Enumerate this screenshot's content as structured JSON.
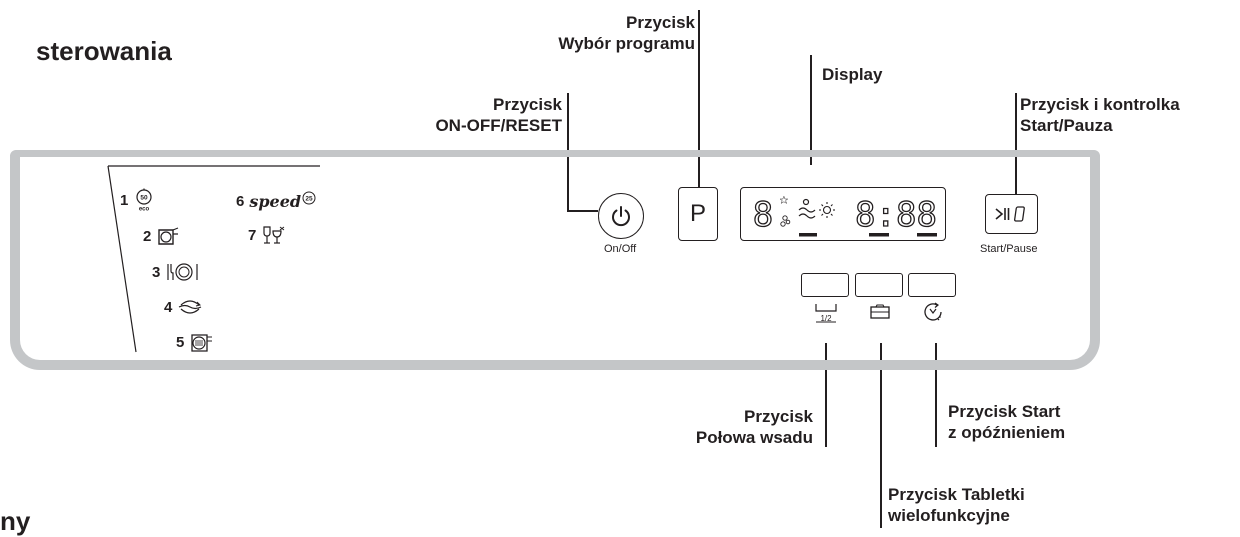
{
  "title_fragment_top": "sterowania",
  "title_fragment_bottom": "ny",
  "callouts": {
    "program_select": [
      "Przycisk",
      "Wybór programu"
    ],
    "display": [
      "Display"
    ],
    "on_off": [
      "Przycisk",
      "ON-OFF/RESET"
    ],
    "start_pause": [
      "Przycisk i kontrolka",
      "Start/Pauza"
    ],
    "half_load": [
      "Przycisk",
      "Połowa wsadu"
    ],
    "delay_start": [
      "Przycisk Start",
      "z opóźnieniem"
    ],
    "multi_tablet": [
      "Przycisk Tabletki",
      "wielofunkcyjne"
    ]
  },
  "panel": {
    "on_off_label": "On/Off",
    "start_pause_label": "Start/Pause",
    "p_button": "P",
    "display_digit": "8",
    "display_time": "8:88",
    "half_load_icon_text": "1/2",
    "eco_icon_top": "50",
    "eco_icon_bottom": "eco",
    "speed_text": "speed",
    "speed_badge": "25"
  },
  "programs": [
    {
      "number": "1",
      "icon": "eco-50-icon"
    },
    {
      "number": "2",
      "icon": "intensive-pot-icon"
    },
    {
      "number": "3",
      "icon": "normal-cutlery-plate-icon"
    },
    {
      "number": "4",
      "icon": "quick-wash-icon"
    },
    {
      "number": "5",
      "icon": "soak-prewash-icon"
    },
    {
      "number": "6",
      "icon": "speed-25-icon"
    },
    {
      "number": "7",
      "icon": "glass-crystal-icon"
    }
  ]
}
